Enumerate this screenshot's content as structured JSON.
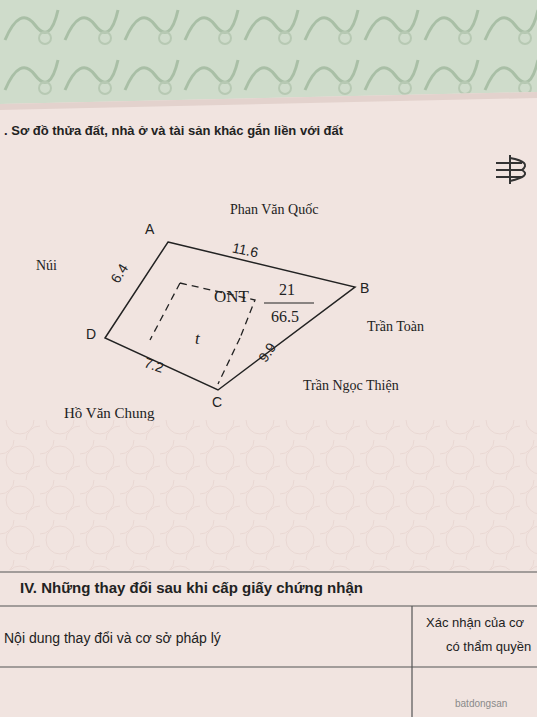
{
  "diagram": {
    "title": ". Sơ đồ thửa đất, nhà ở và tài sản khác gắn liền với đất",
    "nodes": [
      {
        "text": [
          "ONT",
          "21",
          "66.5",
          "t"
        ]
      }
    ],
    "labels": [
      "Phan Văn Quốc",
      "A",
      "11.6",
      "Núi",
      "6.4",
      "B",
      "Trần Toàn",
      "D",
      "7.2",
      "9.9",
      "Trần Ngọc Thiện",
      "C",
      "Hồ Văn Chung",
      "IV. Những thay đổi sau khi cấp giấy chứng nhận",
      "Nội dung thay đổi và cơ sở pháp lý",
      "Xác nhận của cơ",
      "có thẩm quyền",
      "batdongsan"
    ]
  }
}
